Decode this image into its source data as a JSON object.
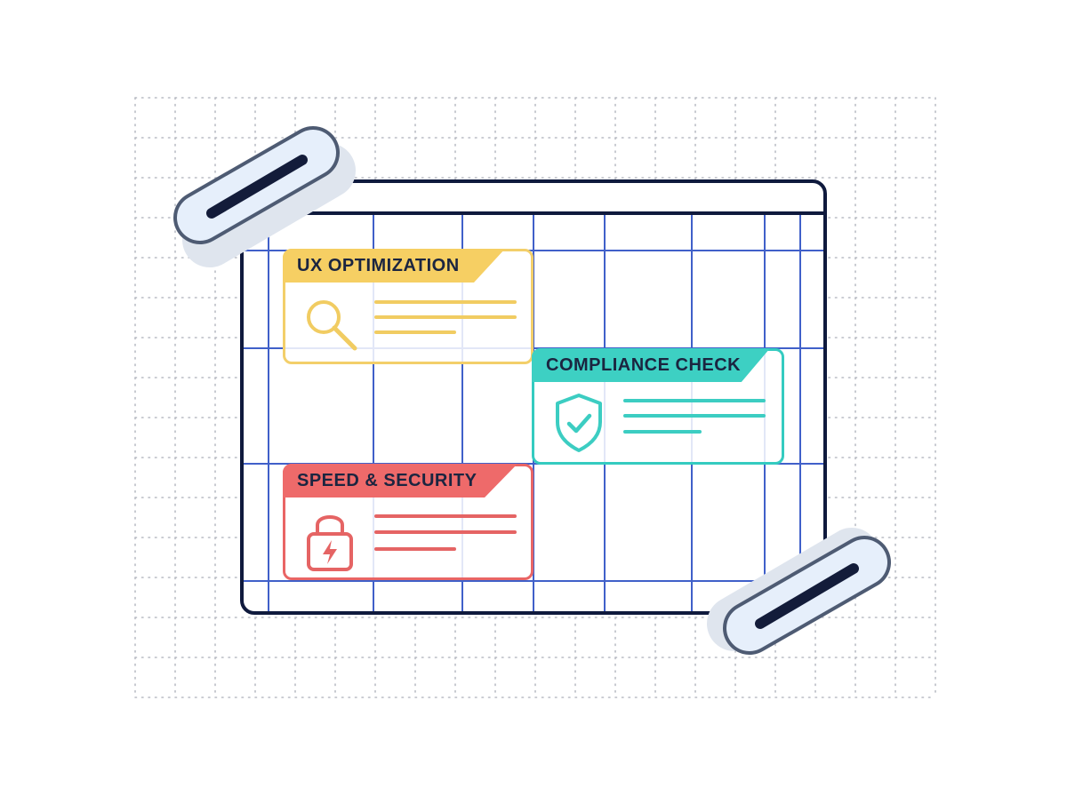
{
  "cards": [
    {
      "id": "ux",
      "title": "UX OPTIMIZATION",
      "icon": "magnifier-icon",
      "color": "#f6cf63"
    },
    {
      "id": "compliance",
      "title": "COMPLIANCE CHECK",
      "icon": "shield-check-icon",
      "color": "#3dd0c3"
    },
    {
      "id": "speed",
      "title": "SPEED & SECURITY",
      "icon": "lock-bolt-icon",
      "color": "#ee6a6a"
    }
  ],
  "colors": {
    "frame": "#0f1a3d",
    "grid_lines": "#2c4fc4",
    "dot_grid": "#b9bcc4",
    "clip_fill": "#e6effb",
    "clip_border": "#4e5b73"
  }
}
